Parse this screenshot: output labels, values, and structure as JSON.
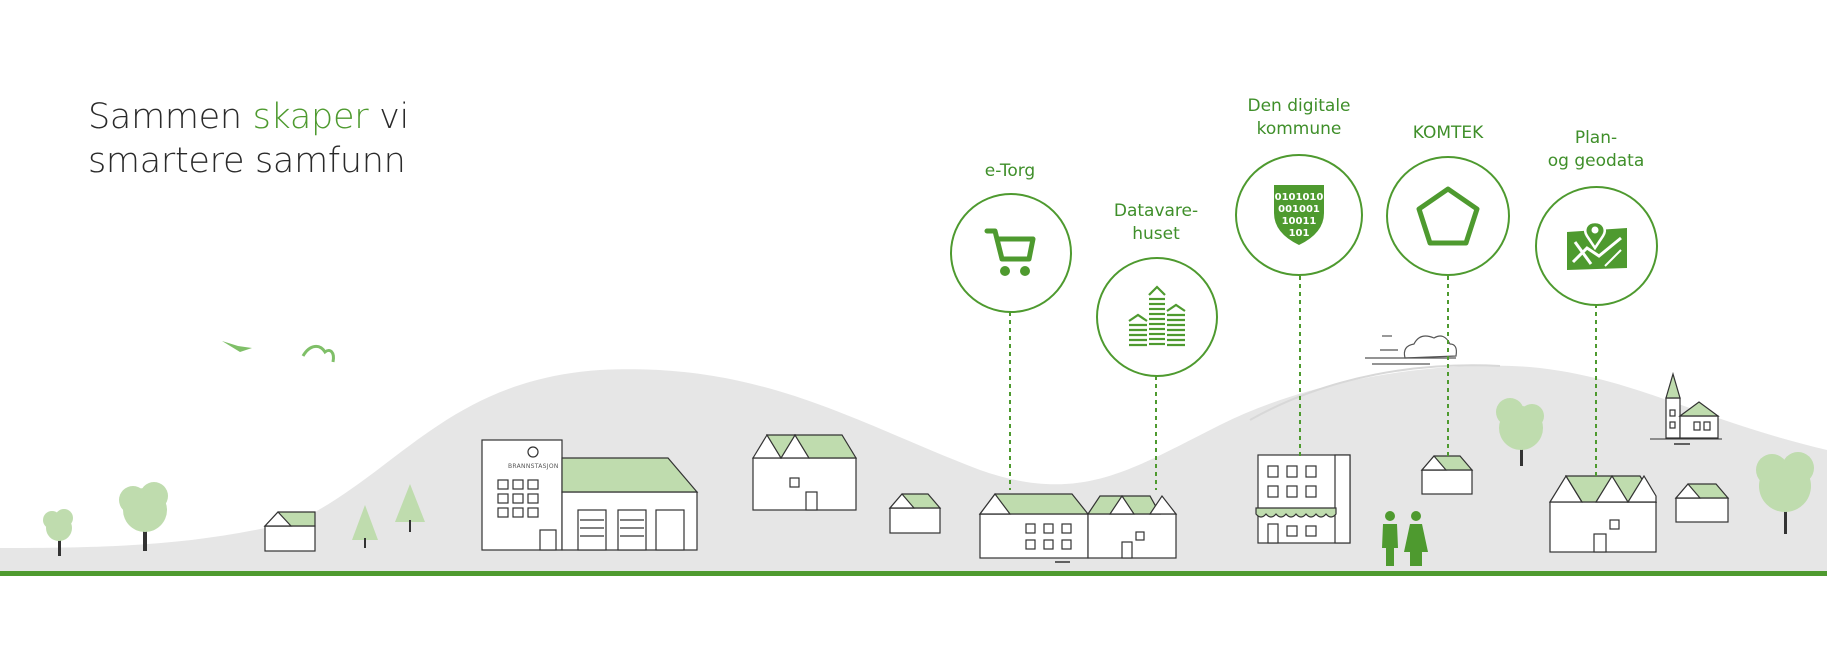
{
  "headline": {
    "before": "Sammen ",
    "accent": "skaper",
    "after": " vi",
    "line2": "smartere samfunn"
  },
  "colors": {
    "brand_green": "#4e9a2f",
    "light_green": "#bfdcae",
    "hill_gray": "#e6e6e6"
  },
  "services": [
    {
      "label": "e-Torg",
      "icon": "shopping-cart-icon"
    },
    {
      "label": "Datavare-\nhuset",
      "icon": "buildings-icon"
    },
    {
      "label": "Den digitale\nkommune",
      "icon": "binary-shield-icon",
      "shield_text": "0101010\n001001\n10011\n101"
    },
    {
      "label": "KOMTEK",
      "icon": "pentagon-icon"
    },
    {
      "label": "Plan-\nog geodata",
      "icon": "map-pin-icon"
    }
  ],
  "scene": {
    "fire_station_sign": "BRANNSTASJON"
  }
}
